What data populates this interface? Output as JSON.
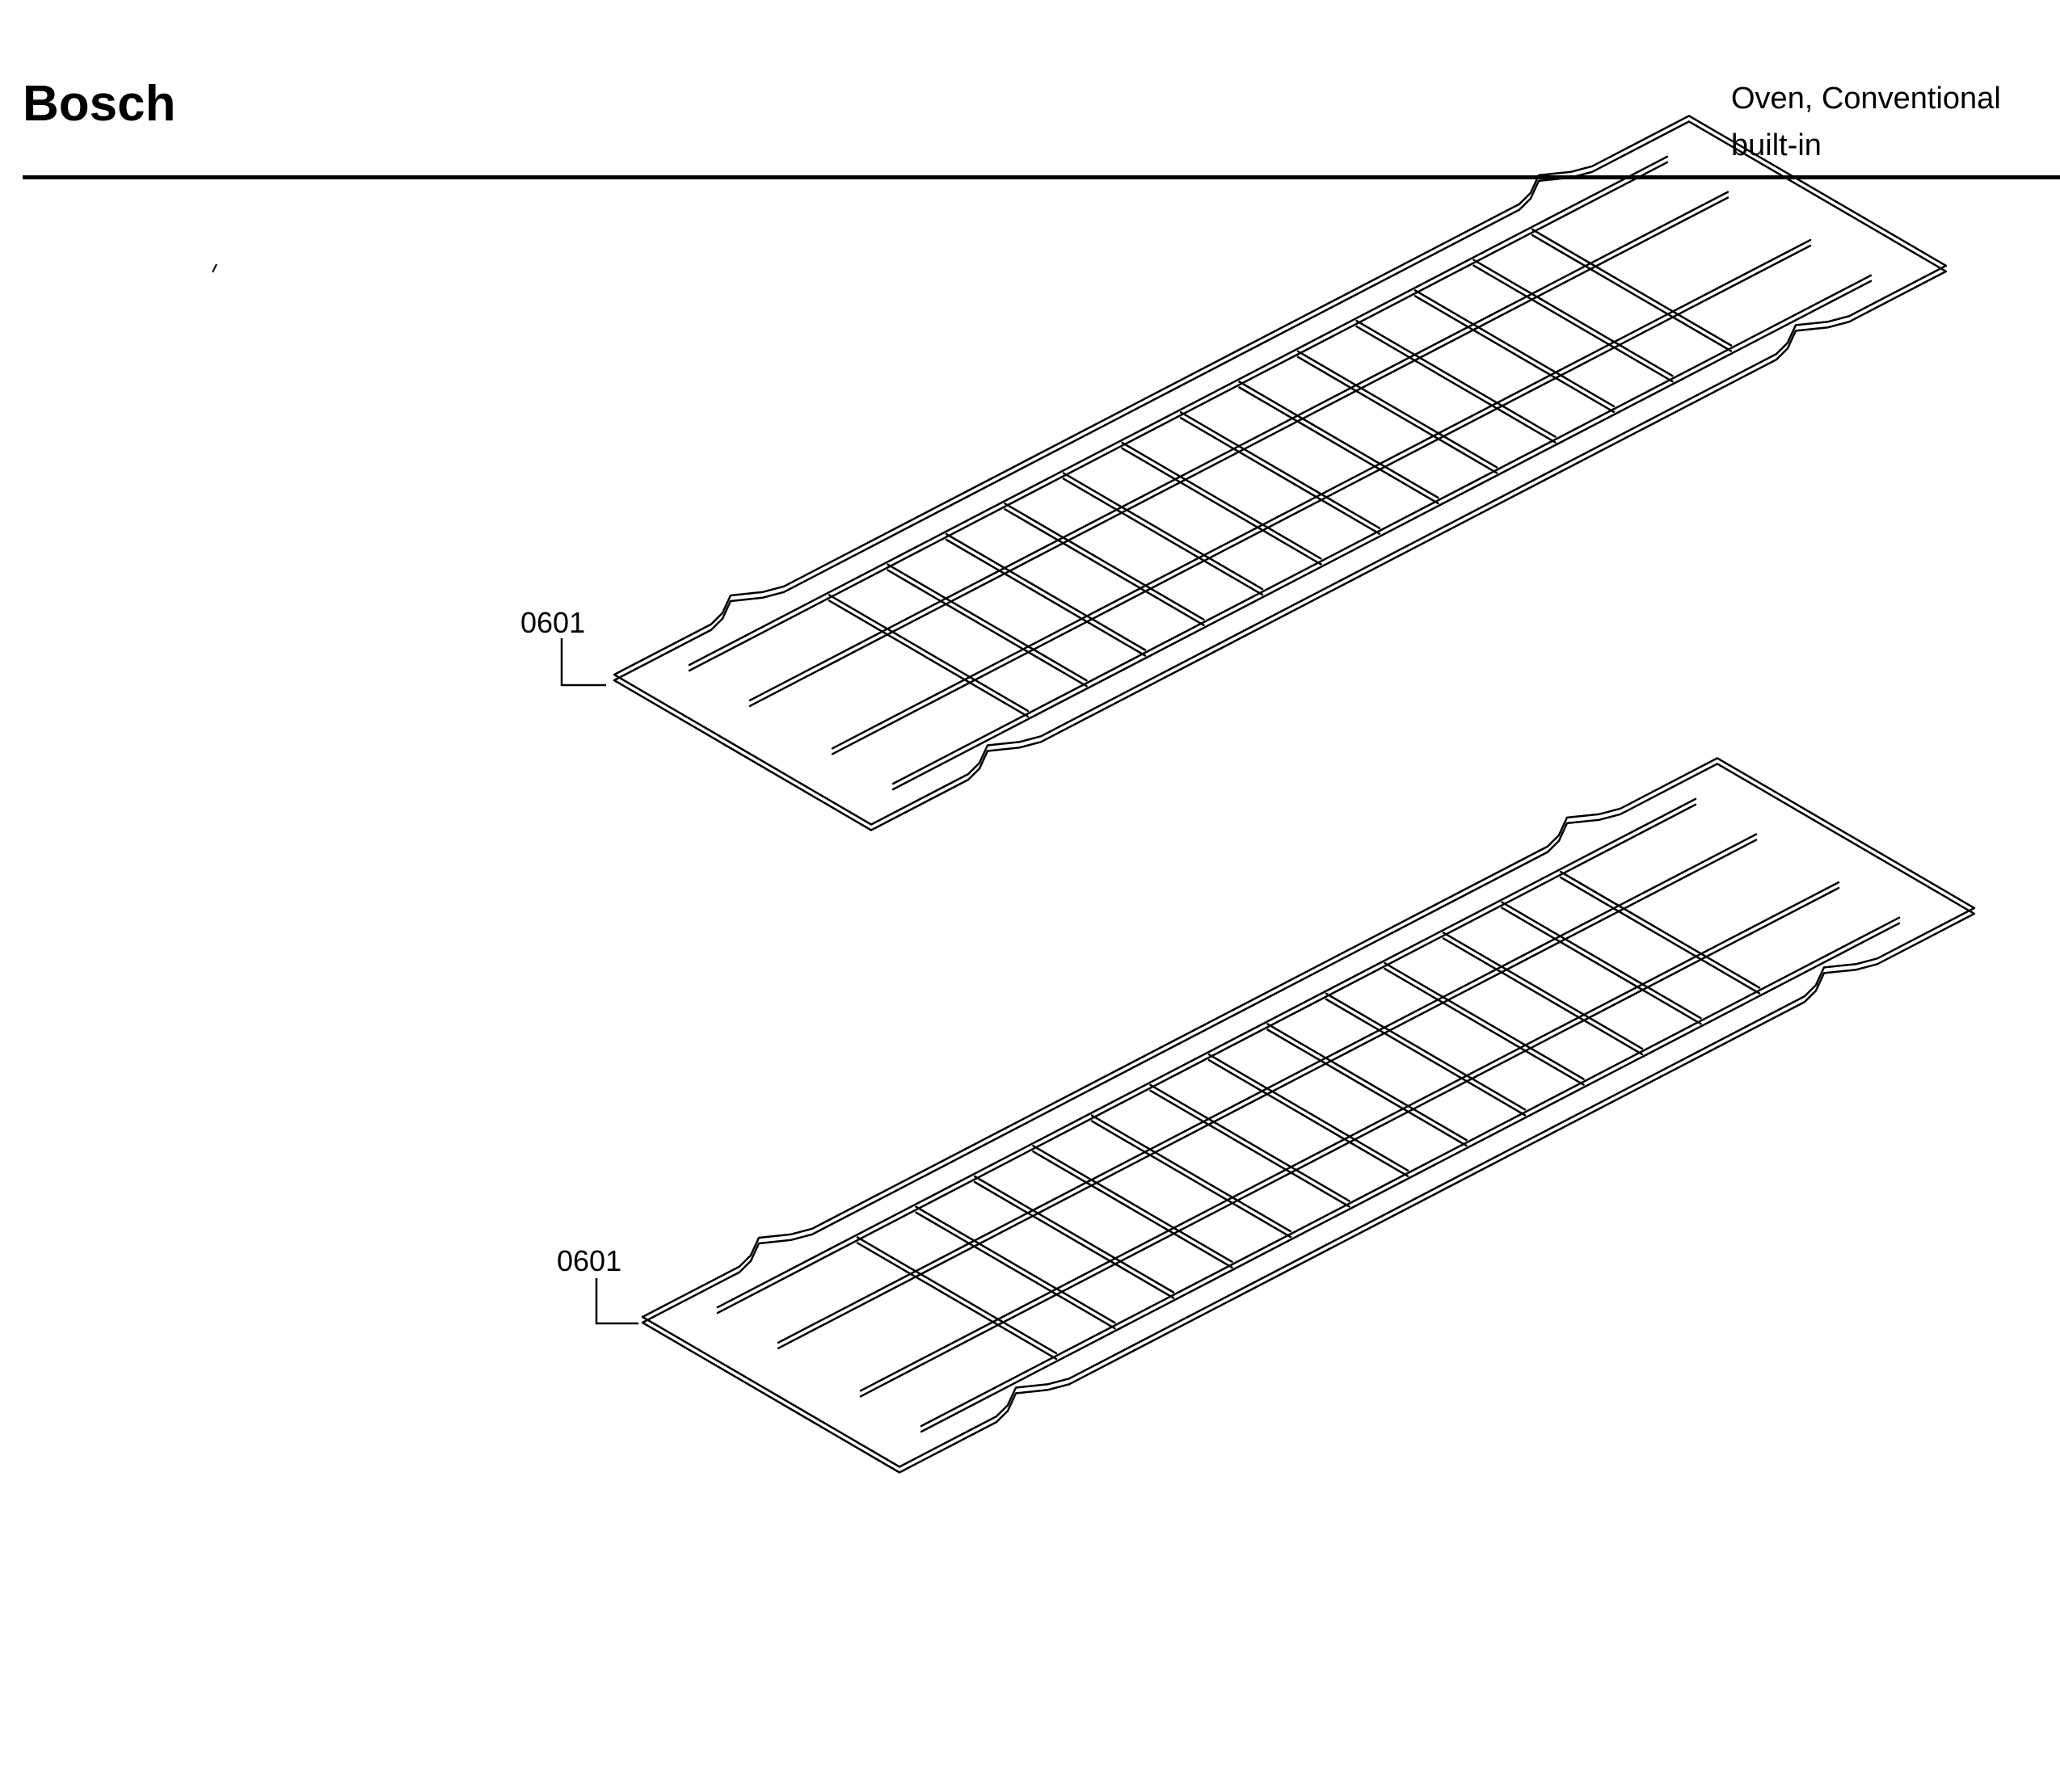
{
  "header": {
    "brand": "Bosch",
    "product_line1": "Oven, Conventional",
    "product_line2": "built-in"
  },
  "callouts": [
    {
      "id": "upper-rack",
      "label": "0601"
    },
    {
      "id": "lower-rack",
      "label": "0601"
    }
  ],
  "colors": {
    "ink": "#000000",
    "paper": "#ffffff"
  }
}
